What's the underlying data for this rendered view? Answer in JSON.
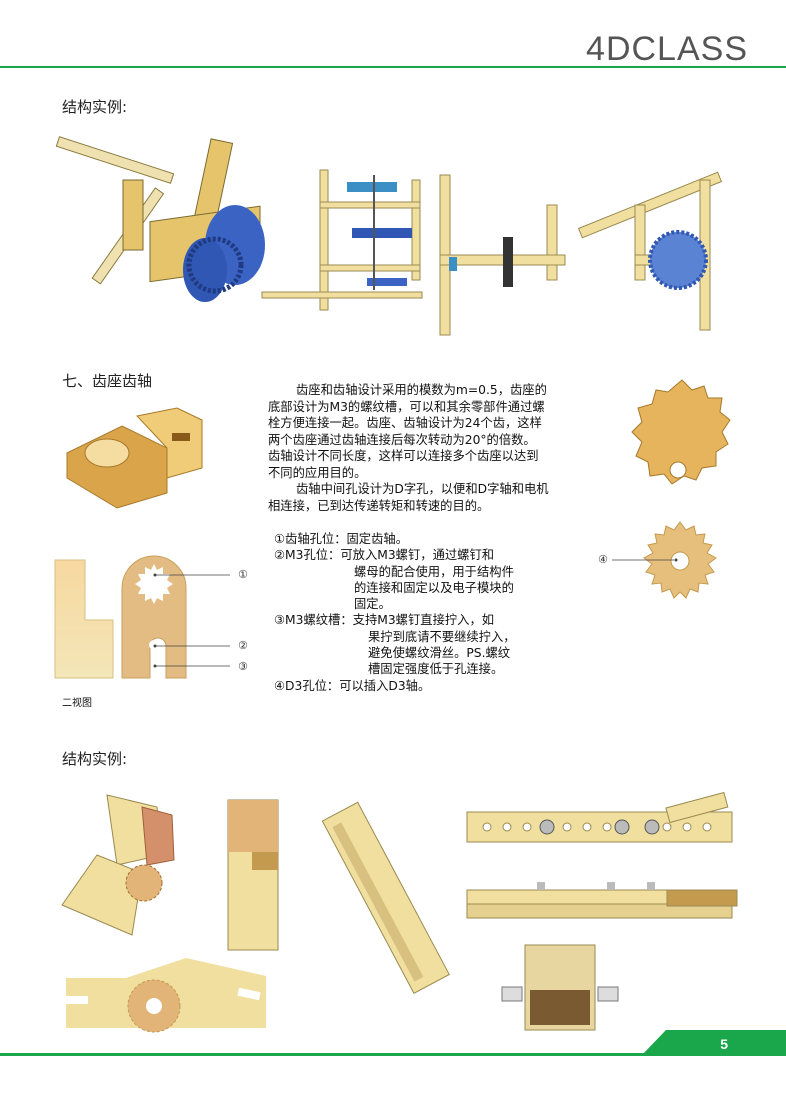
{
  "header": {
    "brand": "4DCLASS"
  },
  "section1": {
    "heading": "结构实例:"
  },
  "section2": {
    "heading": "七、齿座齿轴",
    "paragraphs": [
      "齿座和齿轴设计采用的模数为m=0.5，齿座的",
      "底部设计为M3的螺纹槽，可以和其余零部件通过螺",
      "栓方便连接一起。齿座、齿轴设计为24个齿，这样",
      "两个齿座通过齿轴连接后每次转动为20°的倍数。",
      "齿轴设计不同长度，这样可以连接多个齿座以达到",
      "不同的应用目的。",
      "齿轴中间孔设计为D字孔，以便和D字轴和电机",
      "相连接，已到达传递转矩和转速的目的。"
    ],
    "list": [
      "①齿轴孔位：固定齿轴。",
      "②M3孔位：可放入M3螺钉，通过螺钉和",
      "螺母的配合使用，用于结构件",
      "的连接和固定以及电子模块的",
      "固定。",
      "③M3螺纹槽：支持M3螺钉直接拧入，如",
      "果拧到底请不要继续拧入，",
      "避免使螺纹滑丝。PS.螺纹",
      "槽固定强度低于孔连接。",
      "④D3孔位：可以插入D3轴。"
    ],
    "callouts": [
      "①",
      "②",
      "③",
      "④"
    ],
    "caption": "二视图"
  },
  "section3": {
    "heading": "结构实例:"
  },
  "footer": {
    "page_number": "5"
  },
  "colors": {
    "accent": "#1aa64a",
    "brass": "#e8c878",
    "blue": "#3b63c4"
  }
}
